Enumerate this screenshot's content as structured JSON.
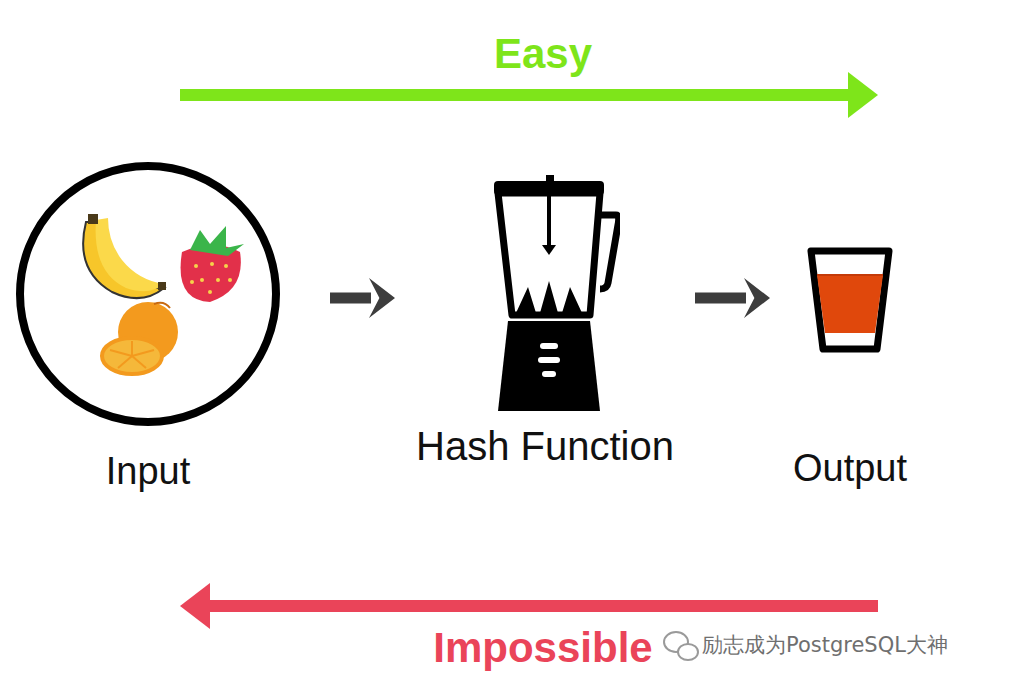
{
  "diagram": {
    "nodes": [
      {
        "text": [
          "Input"
        ]
      },
      {
        "text": [
          "Hash Function"
        ]
      },
      {
        "text": [
          "Output"
        ]
      }
    ],
    "edges": [
      {
        "from": 0,
        "to": 1,
        "arrow": "to"
      },
      {
        "from": 1,
        "to": 2,
        "arrow": "to"
      }
    ],
    "labels": [
      "Easy",
      "Impossible",
      "励志成为PostgreSQL大神"
    ]
  }
}
